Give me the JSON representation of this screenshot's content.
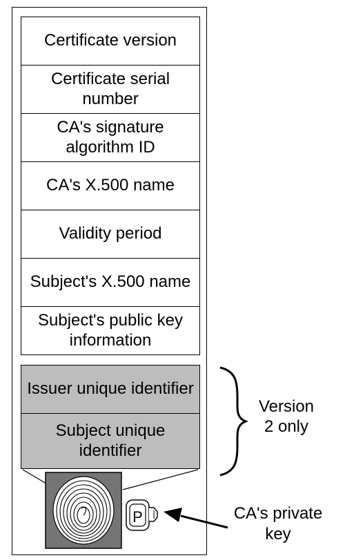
{
  "fields": [
    {
      "label": "Certificate version",
      "gray": false
    },
    {
      "label": "Certificate serial number",
      "gray": false
    },
    {
      "label": "CA's signature algorithm ID",
      "gray": false
    },
    {
      "label": "CA's X.500 name",
      "gray": false
    },
    {
      "label": "Validity period",
      "gray": false
    },
    {
      "label": "Subject's X.500 name",
      "gray": false
    },
    {
      "label": "Subject's public key information",
      "gray": false
    },
    {
      "label": "Issuer unique identifier",
      "gray": true
    },
    {
      "label": "Subject unique identifier",
      "gray": true
    }
  ],
  "brace_label": "Version 2 only",
  "key_label": "CA's private key",
  "key_letter": "P",
  "colors": {
    "gray_field": "#bdbdbd",
    "signature_box": "#757575",
    "fingerprint_bg": "#ffffff"
  },
  "icons": {
    "signature": "fingerprint-icon",
    "key": "key-icon",
    "brace": "curly-brace"
  }
}
